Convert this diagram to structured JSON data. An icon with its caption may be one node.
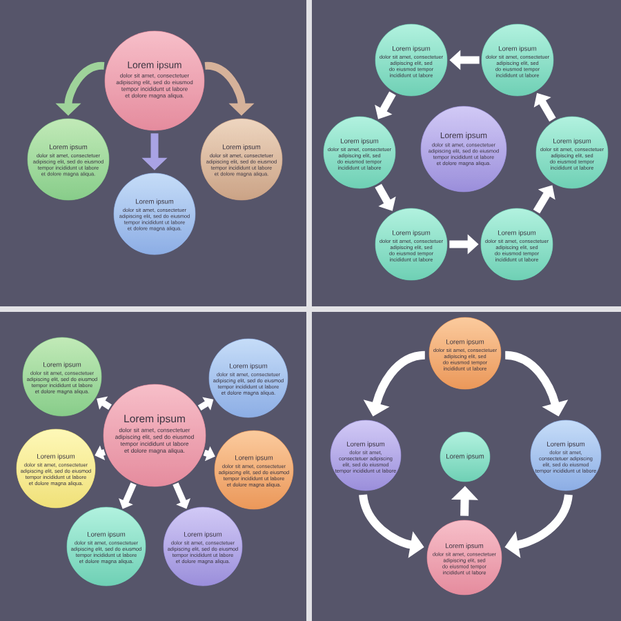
{
  "diagram": {
    "nodes": [
      {
        "text": [
          "Lorem ipsum",
          "dolor sit amet, consectetuer adipiscing elit, sed do eiusmod tempor incididunt ut labore et dolore magna aliqua."
        ]
      },
      {
        "text": [
          "Lorem ipsum",
          "dolor sit amet, consectetuer adipiscing elit, sed do eiusmod tempor incididunt ut labore et dolore magna aliqua."
        ]
      },
      {
        "text": [
          "Lorem ipsum",
          "dolor sit amet, consectetuer adipiscing elit, sed do eiusmod tempor incididunt ut labore et dolore magna aliqua."
        ]
      },
      {
        "text": [
          "Lorem ipsum",
          "dolor sit amet, consectetuer adipiscing elit, sed do eiusmod tempor incididunt ut labore et dolore magna aliqua."
        ]
      },
      {
        "text": [
          "Lorem ipsum",
          "dolor sit amet, consectetuer adipiscing elit, sed do eiusmod tempor incididunt ut labore"
        ]
      },
      {
        "text": [
          "Lorem ipsum",
          "dolor sit amet, consectetuer adipiscing elit, sed do eiusmod tempor incididunt ut labore"
        ]
      },
      {
        "text": [
          "Lorem ipsum",
          "dolor sit amet, consectetuer adipiscing elit, sed do eiusmod tempor incididunt ut labore"
        ]
      },
      {
        "text": [
          "Lorem ipsum",
          "dolor sit amet, consectetuer adipiscing elit, sed do eiusmod tempor incididunt ut labore et dolore magna aliqua."
        ]
      },
      {
        "text": [
          "Lorem ipsum",
          "dolor sit amet, consectetuer adipiscing elit, sed do eiusmod tempor incididunt ut labore"
        ]
      },
      {
        "text": [
          "Lorem ipsum",
          "dolor sit amet, consectetuer adipiscing elit, sed do eiusmod tempor incididunt ut labore"
        ]
      },
      {
        "text": [
          "Lorem ipsum",
          "dolor sit amet, consectetuer adipiscing elit, sed do eiusmod tempor incididunt ut labore"
        ]
      },
      {
        "text": [
          "Lorem ipsum",
          "dolor sit amet, consectetuer adipiscing elit, sed do eiusmod tempor incididunt ut labore et dolore magna aliqua."
        ]
      },
      {
        "text": [
          "Lorem ipsum",
          "dolor sit amet, consectetuer adipiscing elit, sed do eiusmod tempor incididunt ut labore et dolore magna aliqua."
        ]
      },
      {
        "text": [
          "Lorem ipsum",
          "dolor sit amet, consectetuer adipiscing elit, sed do eiusmod tempor incididunt ut labore et dolore magna aliqua."
        ]
      },
      {
        "text": [
          "Lorem ipsum",
          "dolor sit amet, consectetuer adipiscing elit, sed do eiusmod tempor incididunt ut labore et dolore magna aliqua."
        ]
      },
      {
        "text": [
          "Lorem ipsum",
          "dolor sit amet, consectetuer adipiscing elit, sed do eiusmod tempor incididunt ut labore et dolore magna aliqua."
        ]
      },
      {
        "text": [
          "Lorem ipsum",
          "dolor sit amet, consectetuer adipiscing elit, sed do eiusmod tempor incididunt ut labore et dolore magna aliqua."
        ]
      },
      {
        "text": [
          "Lorem ipsum",
          "dolor sit amet, consectetuer adipiscing elit, sed do eiusmod tempor incididunt ut labore et dolore magna aliqua."
        ]
      },
      {
        "text": [
          "Lorem ipsum",
          "dolor sit amet, consectetuer adipiscing elit, sed do eiusmod tempor incididunt ut labore"
        ]
      },
      {
        "text": [
          "Lorem ipsum",
          "dolor sit amet, consectetuer adipiscing elit, sed do eiusmod tempor incididunt ut labore"
        ]
      },
      {
        "text": [
          "Lorem ipsum"
        ]
      },
      {
        "text": [
          "Lorem ipsum",
          "dolor sit amet, consectetuer adipiscing elit, sed do eiusmod tempor incididunt ut labore"
        ]
      },
      {
        "text": [
          "Lorem ipsum",
          "dolor sit amet, consectetuer adipiscing elit, sed do eiusmod tempor incididunt ut labore"
        ]
      }
    ],
    "edges": [
      {
        "from": 0,
        "to": 1,
        "arrow": "to",
        "color": "#9fd39a"
      },
      {
        "from": 0,
        "to": 2,
        "arrow": "to",
        "color": "#d6b29a"
      },
      {
        "from": 0,
        "to": 3,
        "arrow": "to",
        "color": "#a9a3e4"
      },
      {
        "from": 5,
        "to": 4,
        "arrow": "to"
      },
      {
        "from": 4,
        "to": 6,
        "arrow": "to"
      },
      {
        "from": 6,
        "to": 9,
        "arrow": "to"
      },
      {
        "from": 9,
        "to": 10,
        "arrow": "to"
      },
      {
        "from": 10,
        "to": 8,
        "arrow": "to"
      },
      {
        "from": 8,
        "to": 5,
        "arrow": "to"
      },
      {
        "from": 13,
        "to": 11,
        "arrow": "to"
      },
      {
        "from": 13,
        "to": 12,
        "arrow": "to"
      },
      {
        "from": 13,
        "to": 14,
        "arrow": "to"
      },
      {
        "from": 13,
        "to": 15,
        "arrow": "to"
      },
      {
        "from": 13,
        "to": 16,
        "arrow": "to"
      },
      {
        "from": 13,
        "to": 17,
        "arrow": "to"
      },
      {
        "from": 18,
        "to": 19,
        "arrow": "to"
      },
      {
        "from": 18,
        "to": 21,
        "arrow": "to"
      },
      {
        "from": 19,
        "to": 22,
        "arrow": "to"
      },
      {
        "from": 21,
        "to": 22,
        "arrow": "to"
      },
      {
        "from": 22,
        "to": 20,
        "arrow": "to"
      }
    ]
  }
}
